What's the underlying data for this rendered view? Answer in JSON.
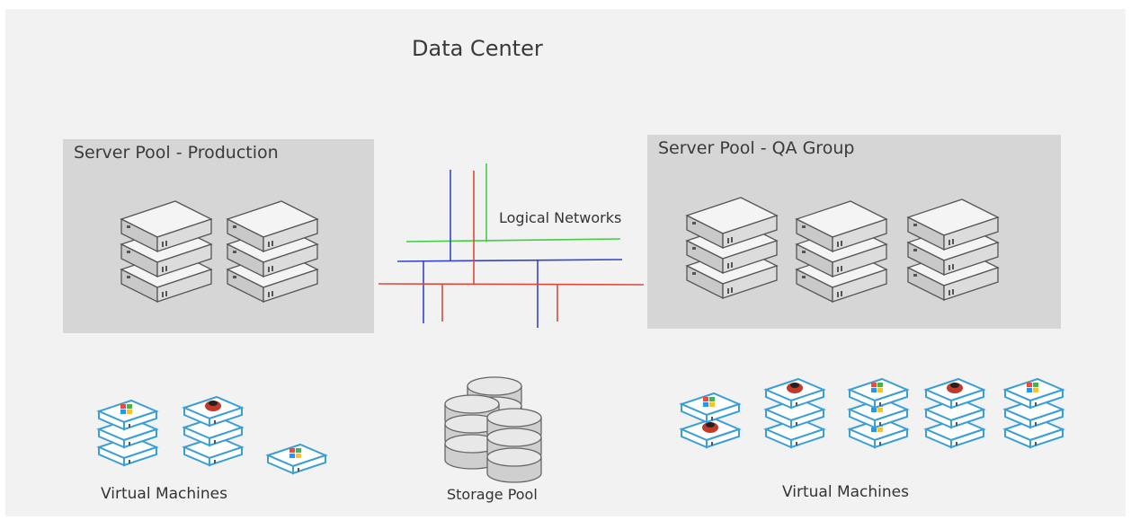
{
  "title": "Data Center",
  "server_pools": [
    {
      "label": "Server Pool - Production",
      "servers": 2
    },
    {
      "label": "Server Pool - QA Group",
      "servers": 3
    }
  ],
  "networks": {
    "label": "Logical Networks",
    "colors": [
      "#3344cc",
      "#d94a3a",
      "#44cc44"
    ]
  },
  "storage": {
    "label": "Storage Pool"
  },
  "vm_groups": [
    {
      "label": "Virtual Machines",
      "os_icons": [
        "windows",
        "redhat",
        "windows"
      ]
    },
    {
      "label": "Virtual Machines",
      "os_icons": [
        "windows",
        "redhat",
        "windows",
        "redhat",
        "windows"
      ]
    }
  ],
  "colors": {
    "vm_outline": "#3b9fd6",
    "pool_bg": "#d6d6d6",
    "background": "#f2f2f2"
  }
}
